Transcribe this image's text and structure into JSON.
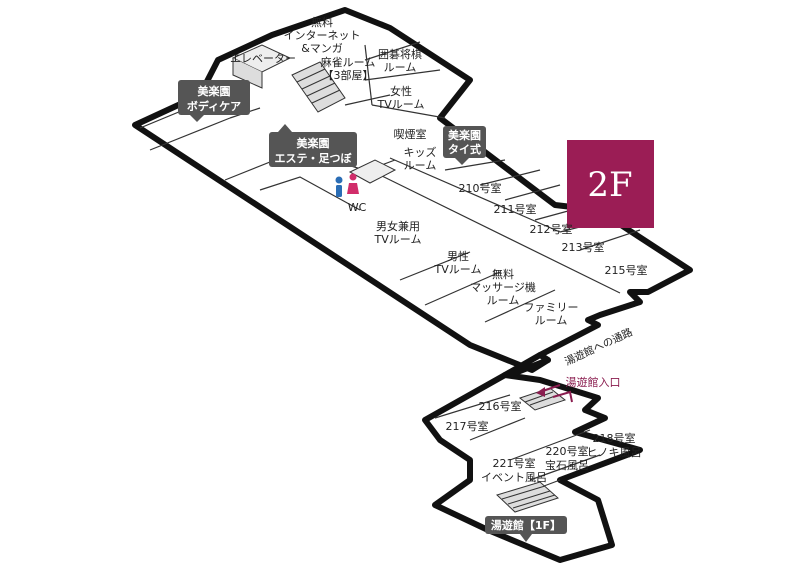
{
  "floor": {
    "label": "2F",
    "color": "#9b1d55"
  },
  "badges": {
    "bodycare": [
      "美楽園",
      "ボディケア"
    ],
    "esthe": [
      "美楽園",
      "エステ・足つぼ"
    ],
    "thai": [
      "美楽園",
      "タイ式"
    ],
    "yuyukan": "湯遊館【1F】"
  },
  "labels": {
    "manga": [
      "無料",
      "インターネット",
      "&マンガ"
    ],
    "elevator": "エレベーター",
    "igo": [
      "囲碁将棋",
      "ルーム"
    ],
    "mahjong": [
      "麻雀ルーム",
      "【3部屋】"
    ],
    "women_tv": [
      "女性",
      "TVルーム"
    ],
    "smoking": "喫煙室",
    "kids": [
      "キッズ",
      "ルーム"
    ],
    "wc": "WC",
    "unisex_tv": [
      "男女兼用",
      "TVルーム"
    ],
    "men_tv": [
      "男性",
      "TVルーム"
    ],
    "massage": [
      "無料",
      "マッサージ機",
      "ルーム"
    ],
    "family": [
      "ファミリー",
      "ルーム"
    ],
    "passage": "湯遊館への通路",
    "entrance": "湯遊館入口"
  },
  "rooms": {
    "r210": "210号室",
    "r211": "211号室",
    "r212": "212号室",
    "r213": "213号室",
    "r215": "215号室",
    "r216": "216号室",
    "r217": "217号室",
    "r218": [
      "218号室",
      "ヒノキ風呂"
    ],
    "r220": [
      "220号室",
      "宝石風呂"
    ],
    "r221": [
      "221号室",
      "イベント風呂"
    ]
  },
  "colors": {
    "badge": "#555555",
    "accent": "#8a1d4f",
    "male": "#2a6db5",
    "female": "#d12d6a"
  }
}
